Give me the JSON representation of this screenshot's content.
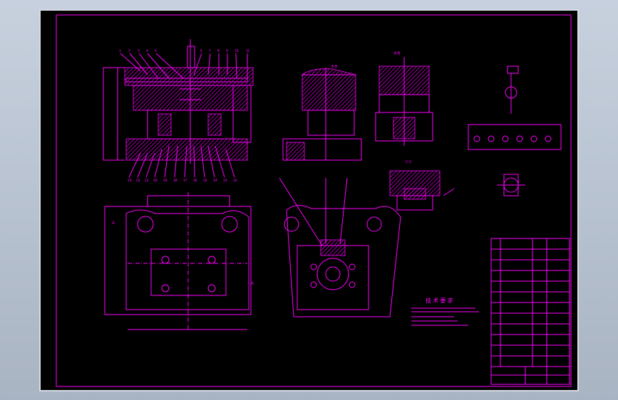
{
  "title_block": {
    "hint_rows": 11
  },
  "notes": {
    "heading": "技 术 要 求",
    "lines_count": 5
  },
  "colors": {
    "frame": "#d7dde6",
    "background": "#000000",
    "drawing": "#ff00ff"
  }
}
